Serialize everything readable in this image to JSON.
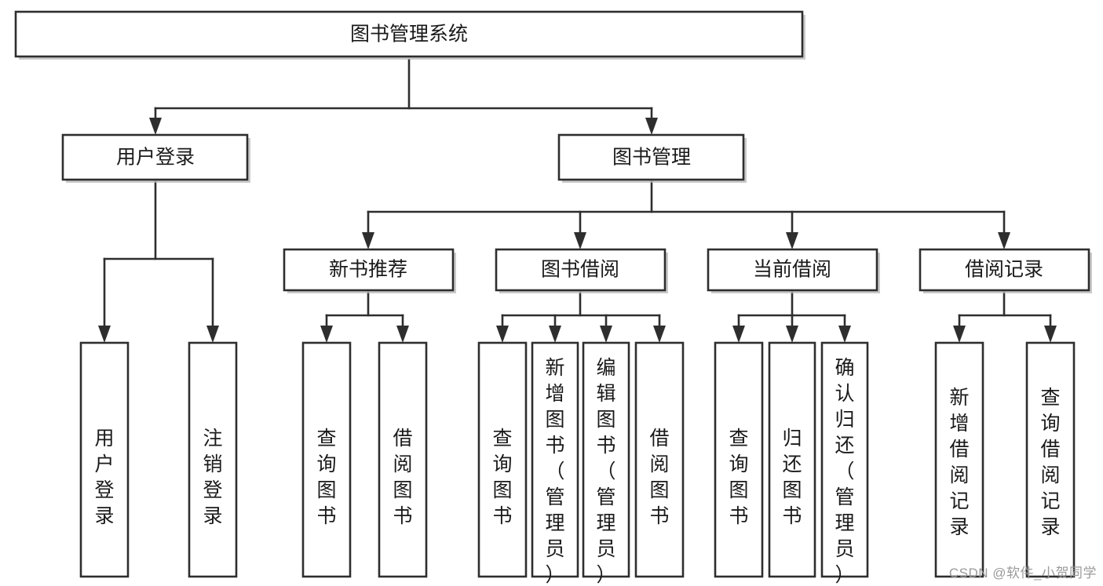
{
  "diagram": {
    "type": "tree-hierarchy",
    "orientation": "top-down",
    "title": "图书管理系统",
    "watermark": "CSDN @软件_小贺同学",
    "colors": {
      "box_fill": "#ffffff",
      "box_stroke": "#2e2e2e",
      "connector": "#2e2e2e",
      "shadow": "#b8b8b8",
      "text": "#1a1a1a",
      "watermark": "#9a9a9a"
    },
    "levels": {
      "root": {
        "label": "图书管理系统"
      },
      "level2": [
        {
          "label": "用户登录"
        },
        {
          "label": "图书管理"
        }
      ],
      "level3": [
        {
          "label": "新书推荐"
        },
        {
          "label": "图书借阅"
        },
        {
          "label": "当前借阅"
        },
        {
          "label": "借阅记录"
        }
      ],
      "leaves_user_login": [
        {
          "label": "用户登录"
        },
        {
          "label": "注销登录"
        }
      ],
      "leaves_new_book": [
        {
          "label": "查询图书"
        },
        {
          "label": "借阅图书"
        }
      ],
      "leaves_borrow": [
        {
          "label": "查询图书"
        },
        {
          "label": "新增图书（管理员）"
        },
        {
          "label": "编辑图书（管理员）"
        },
        {
          "label": "借阅图书"
        }
      ],
      "leaves_current": [
        {
          "label": "查询图书"
        },
        {
          "label": "归还图书"
        },
        {
          "label": "确认归还（管理员）"
        }
      ],
      "leaves_record": [
        {
          "label": "新增借阅记录"
        },
        {
          "label": "查询借阅记录"
        }
      ]
    },
    "edges": [
      {
        "from": "图书管理系统",
        "to": "用户登录"
      },
      {
        "from": "图书管理系统",
        "to": "图书管理"
      },
      {
        "from": "图书管理",
        "to": "新书推荐"
      },
      {
        "from": "图书管理",
        "to": "图书借阅"
      },
      {
        "from": "图书管理",
        "to": "当前借阅"
      },
      {
        "from": "图书管理",
        "to": "借阅记录"
      },
      {
        "from": "用户登录",
        "to": "用户登录"
      },
      {
        "from": "用户登录",
        "to": "注销登录"
      },
      {
        "from": "新书推荐",
        "to": "查询图书"
      },
      {
        "from": "新书推荐",
        "to": "借阅图书"
      },
      {
        "from": "图书借阅",
        "to": "查询图书"
      },
      {
        "from": "图书借阅",
        "to": "新增图书（管理员）"
      },
      {
        "from": "图书借阅",
        "to": "编辑图书（管理员）"
      },
      {
        "from": "图书借阅",
        "to": "借阅图书"
      },
      {
        "from": "当前借阅",
        "to": "查询图书"
      },
      {
        "from": "当前借阅",
        "to": "归还图书"
      },
      {
        "from": "当前借阅",
        "to": "确认归还（管理员）"
      },
      {
        "from": "借阅记录",
        "to": "新增借阅记录"
      },
      {
        "from": "借阅记录",
        "to": "查询借阅记录"
      }
    ]
  }
}
